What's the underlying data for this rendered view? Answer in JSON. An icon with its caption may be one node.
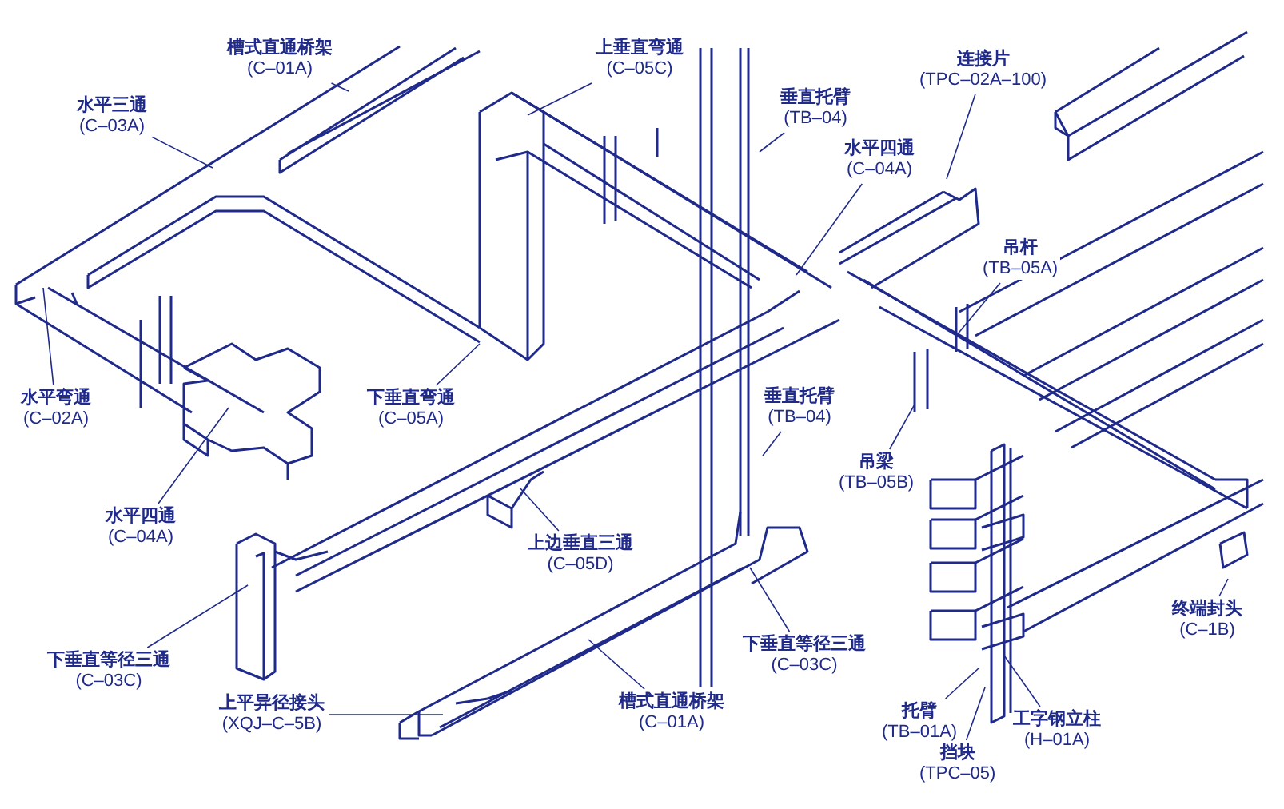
{
  "diagram": {
    "nodes": [
      {
        "text": [
          "槽式直通桥架",
          "(C–01A)"
        ]
      },
      {
        "text": [
          "水平三通",
          "(C–03A)"
        ]
      },
      {
        "text": [
          "上垂直弯通",
          "(C–05C)"
        ]
      },
      {
        "text": [
          "垂直托臂",
          "(TB–04)"
        ]
      },
      {
        "text": [
          "连接片",
          "(TPC–02A–100)"
        ]
      },
      {
        "text": [
          "水平四通",
          "(C–04A)"
        ]
      },
      {
        "text": [
          "吊杆",
          "(TB–05A)"
        ]
      },
      {
        "text": [
          "水平弯通",
          "(C–02A)"
        ]
      },
      {
        "text": [
          "下垂直弯通",
          "(C–05A)"
        ]
      },
      {
        "text": [
          "垂直托臂",
          "(TB–04)"
        ]
      },
      {
        "text": [
          "水平四通",
          "(C–04A)"
        ]
      },
      {
        "text": [
          "吊梁",
          "(TB–05B)"
        ]
      },
      {
        "text": [
          "上边垂直三通",
          "(C–05D)"
        ]
      },
      {
        "text": [
          "下垂直等径三通",
          "(C–03C)"
        ]
      },
      {
        "text": [
          "下垂直等径三通",
          "(C–03C)"
        ]
      },
      {
        "text": [
          "终端封头",
          "(C–1B)"
        ]
      },
      {
        "text": [
          "上平异径接头",
          "(XQJ–C–5B)"
        ]
      },
      {
        "text": [
          "槽式直通桥架",
          "(C–01A)"
        ]
      },
      {
        "text": [
          "托臂",
          "(TB–01A)"
        ]
      },
      {
        "text": [
          "工字钢立柱",
          "(H–01A)"
        ]
      },
      {
        "text": [
          "挡块",
          "(TPC–05)"
        ]
      }
    ],
    "edges": [
      {
        "from": 0,
        "to": null,
        "arrow": "none"
      },
      {
        "from": 1,
        "to": null,
        "arrow": "none"
      },
      {
        "from": 2,
        "to": null,
        "arrow": "none"
      },
      {
        "from": 3,
        "to": null,
        "arrow": "none"
      },
      {
        "from": 4,
        "to": null,
        "arrow": "none"
      },
      {
        "from": 5,
        "to": null,
        "arrow": "none"
      },
      {
        "from": 6,
        "to": null,
        "arrow": "none"
      },
      {
        "from": 7,
        "to": null,
        "arrow": "none"
      },
      {
        "from": 8,
        "to": null,
        "arrow": "none"
      },
      {
        "from": 9,
        "to": null,
        "arrow": "none"
      },
      {
        "from": 10,
        "to": null,
        "arrow": "none"
      },
      {
        "from": 11,
        "to": null,
        "arrow": "none"
      },
      {
        "from": 12,
        "to": null,
        "arrow": "none"
      },
      {
        "from": 13,
        "to": null,
        "arrow": "none"
      },
      {
        "from": 14,
        "to": null,
        "arrow": "none"
      },
      {
        "from": 15,
        "to": null,
        "arrow": "none"
      },
      {
        "from": 16,
        "to": null,
        "arrow": "none"
      },
      {
        "from": 17,
        "to": null,
        "arrow": "none"
      },
      {
        "from": 18,
        "to": null,
        "arrow": "none"
      },
      {
        "from": 19,
        "to": null,
        "arrow": "none"
      },
      {
        "from": 20,
        "to": null,
        "arrow": "none"
      }
    ]
  }
}
